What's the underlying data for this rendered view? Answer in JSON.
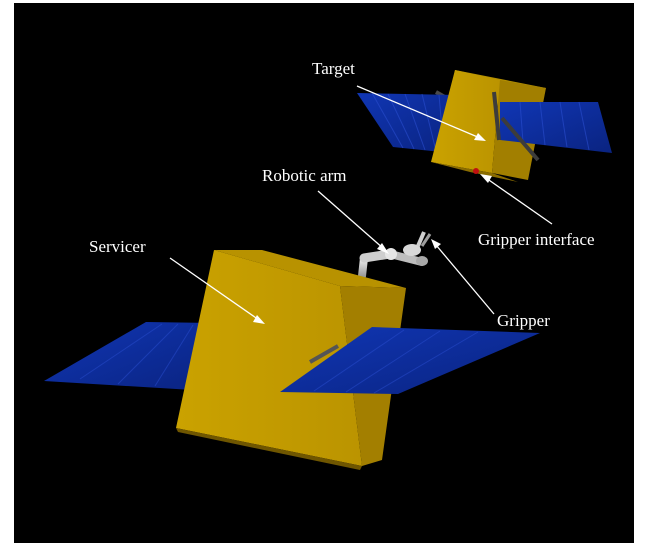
{
  "labels": {
    "target": "Target",
    "robotic_arm": "Robotic arm",
    "servicer": "Servicer",
    "gripper_interface": "Gripper interface",
    "gripper": "Gripper"
  },
  "colors": {
    "background": "#000000",
    "bus_gold": "#c9a100",
    "solar_panel_blue": "#0c2c9a",
    "arm_gray": "#d6d6d6",
    "annotation_white": "#ffffff",
    "interface_red": "#c01010"
  }
}
